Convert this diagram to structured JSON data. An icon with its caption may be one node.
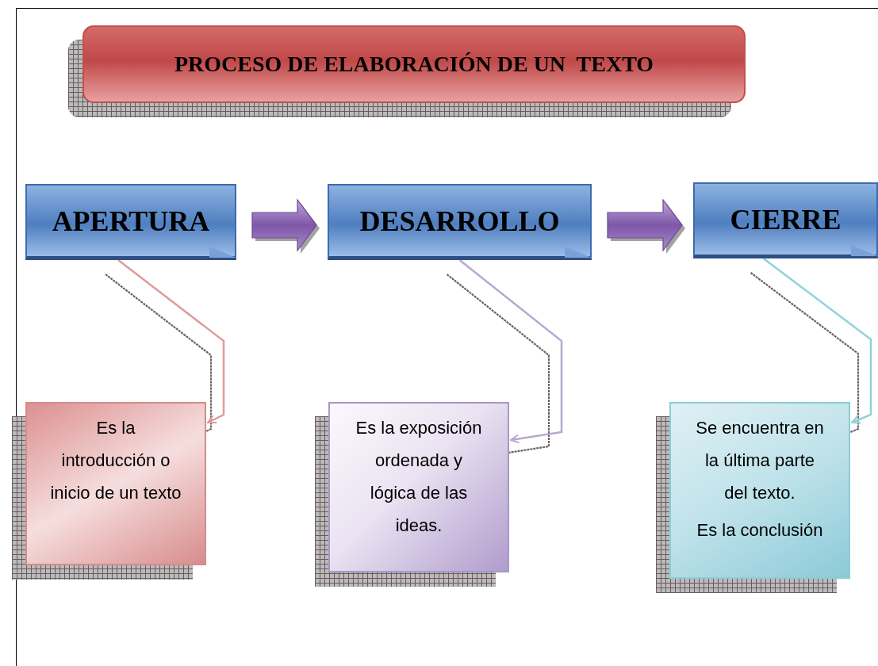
{
  "diagram": {
    "nodes": [
      {
        "text": [
          "PROCESO DE ELABORACIÓN DE UN  TEXTO"
        ]
      },
      {
        "text": [
          "APERTURA"
        ]
      },
      {
        "text": [
          "DESARROLLO"
        ]
      },
      {
        "text": [
          "CIERRE"
        ]
      },
      {
        "text": [
          "Es la introducción o inicio de un texto"
        ]
      },
      {
        "text": [
          "Es la exposición ordenada y lógica de las ideas."
        ]
      },
      {
        "text": [
          "Se encuentra en la última parte del texto.",
          "Es la conclusión"
        ]
      }
    ],
    "edges": [
      {
        "from": 1,
        "to": 2,
        "arrow": "to",
        "style": "thick"
      },
      {
        "from": 2,
        "to": 3,
        "arrow": "to",
        "style": "thick"
      },
      {
        "from": 1,
        "to": 4,
        "arrow": "to",
        "color": "#e09a9a"
      },
      {
        "from": 2,
        "to": 5,
        "arrow": "to",
        "color": "#b8a8d0"
      },
      {
        "from": 3,
        "to": 6,
        "arrow": "to",
        "color": "#8fd0dc"
      }
    ]
  }
}
